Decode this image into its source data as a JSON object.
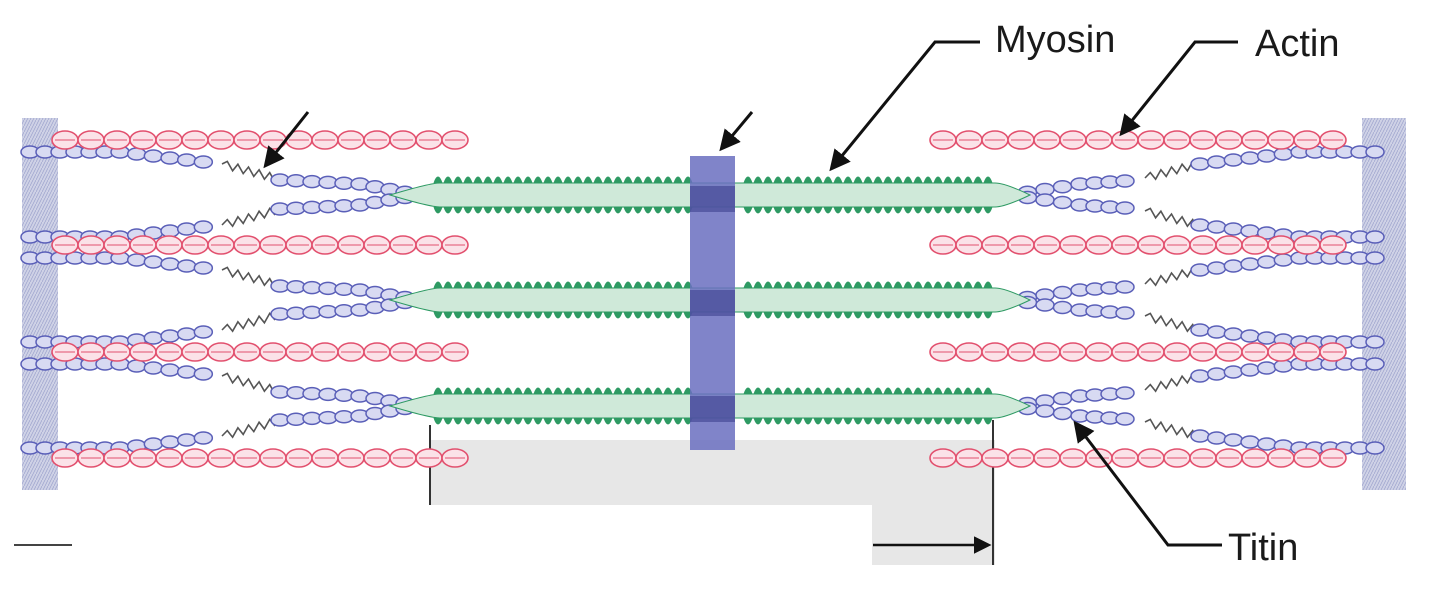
{
  "diagram": {
    "labels": {
      "myosin": "Myosin",
      "actin": "Actin",
      "titin": "Titin"
    },
    "colors": {
      "actin": "#e2506e",
      "actin_fill": "#fbe2e8",
      "titin": "#5a5fb8",
      "titin_fill": "#d8daf2",
      "myosin": "#2e9a63",
      "myosin_fill": "#cfe9d9",
      "m_line": "#6a6fc0",
      "z_disc": "#8d93c4",
      "band_shade": "#e7e7e7",
      "arrow": "#111111"
    }
  }
}
